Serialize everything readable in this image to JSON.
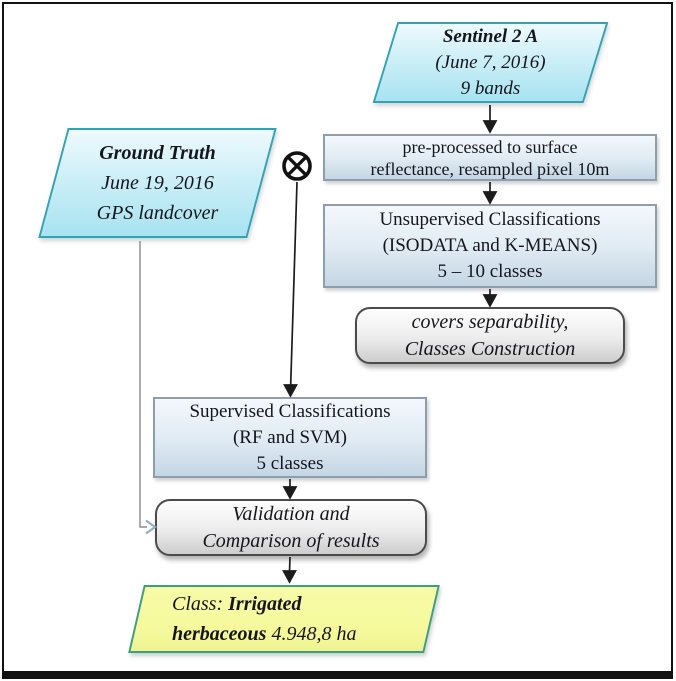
{
  "nodes": {
    "sentinel": {
      "shape": "parallelogram",
      "lines": [
        "Sentinel 2 A",
        "(June 7, 2016)",
        "9 bands"
      ]
    },
    "ground_truth": {
      "shape": "parallelogram",
      "lines": [
        "Ground Truth",
        "June 19, 2016",
        "GPS landcover"
      ]
    },
    "preprocess": {
      "shape": "rectangle",
      "lines": [
        "pre-processed to surface",
        "reflectance, resampled pixel 10m"
      ]
    },
    "unsupervised": {
      "shape": "rectangle",
      "lines": [
        "Unsupervised Classifications",
        "(ISODATA and K-MEANS)",
        "5 – 10 classes"
      ]
    },
    "separability": {
      "shape": "rounded-rectangle",
      "lines": [
        "covers separability,",
        "Classes Construction"
      ]
    },
    "supervised": {
      "shape": "rectangle",
      "lines": [
        "Supervised Classifications",
        "(RF and SVM)",
        "5 classes"
      ]
    },
    "validation": {
      "shape": "rounded-rectangle",
      "lines": [
        "Validation and",
        "Comparison of results"
      ]
    },
    "result": {
      "shape": "parallelogram",
      "line1_prefix": "Class: ",
      "line1_bold": "Irrigated",
      "line2_bold": "herbaceous",
      "line2_suffix": " 4.948,8 ha"
    }
  },
  "symbols": {
    "merge": "circled-x"
  },
  "colors": {
    "cyan_fill": "#a7e3f1",
    "cyan_light": "#eefafd",
    "cyan_border": "#35a1b5",
    "blue_fill": "#c4d6e4",
    "blue_light": "#f3f8fc",
    "blue_border": "#8e9fab",
    "gray_fill": "#cdcdcd",
    "gray_light": "#fefefe",
    "gray_border": "#4b4b4b",
    "yellow_fill": "#f5f99b",
    "yellow_border": "#3f9e7c",
    "line_color": "#1c1c1c",
    "feedback_line": "#8a8a8a",
    "feedback_arrow": "#8fb0c9",
    "text_color": "#15151d"
  }
}
